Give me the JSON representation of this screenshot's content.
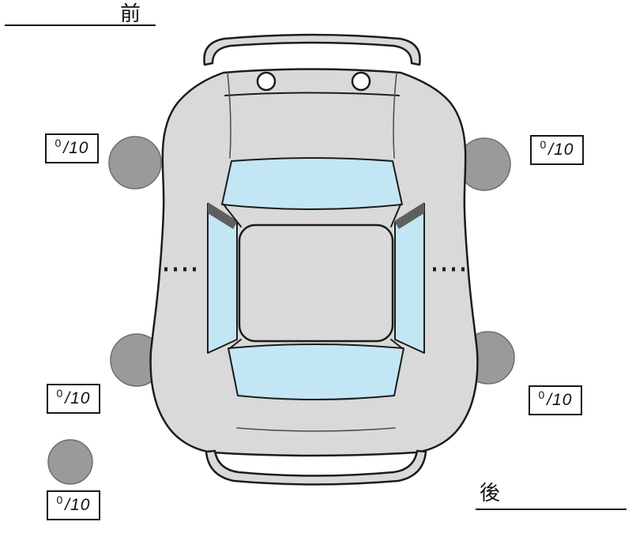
{
  "front_label": "前",
  "rear_label": "後",
  "score_denominator": "/10",
  "tires": {
    "front_left": {
      "score": "0"
    },
    "front_right": {
      "score": "0"
    },
    "rear_left": {
      "score": "0"
    },
    "rear_right": {
      "score": "0"
    },
    "spare": {
      "score": "0"
    }
  },
  "colors": {
    "background": "#ffffff",
    "body": "#d9d9d9",
    "glass": "#c3e6f5",
    "tire": "#9a9a9a",
    "outline": "#1c1c1c",
    "pillar": "#5f5f5f"
  }
}
